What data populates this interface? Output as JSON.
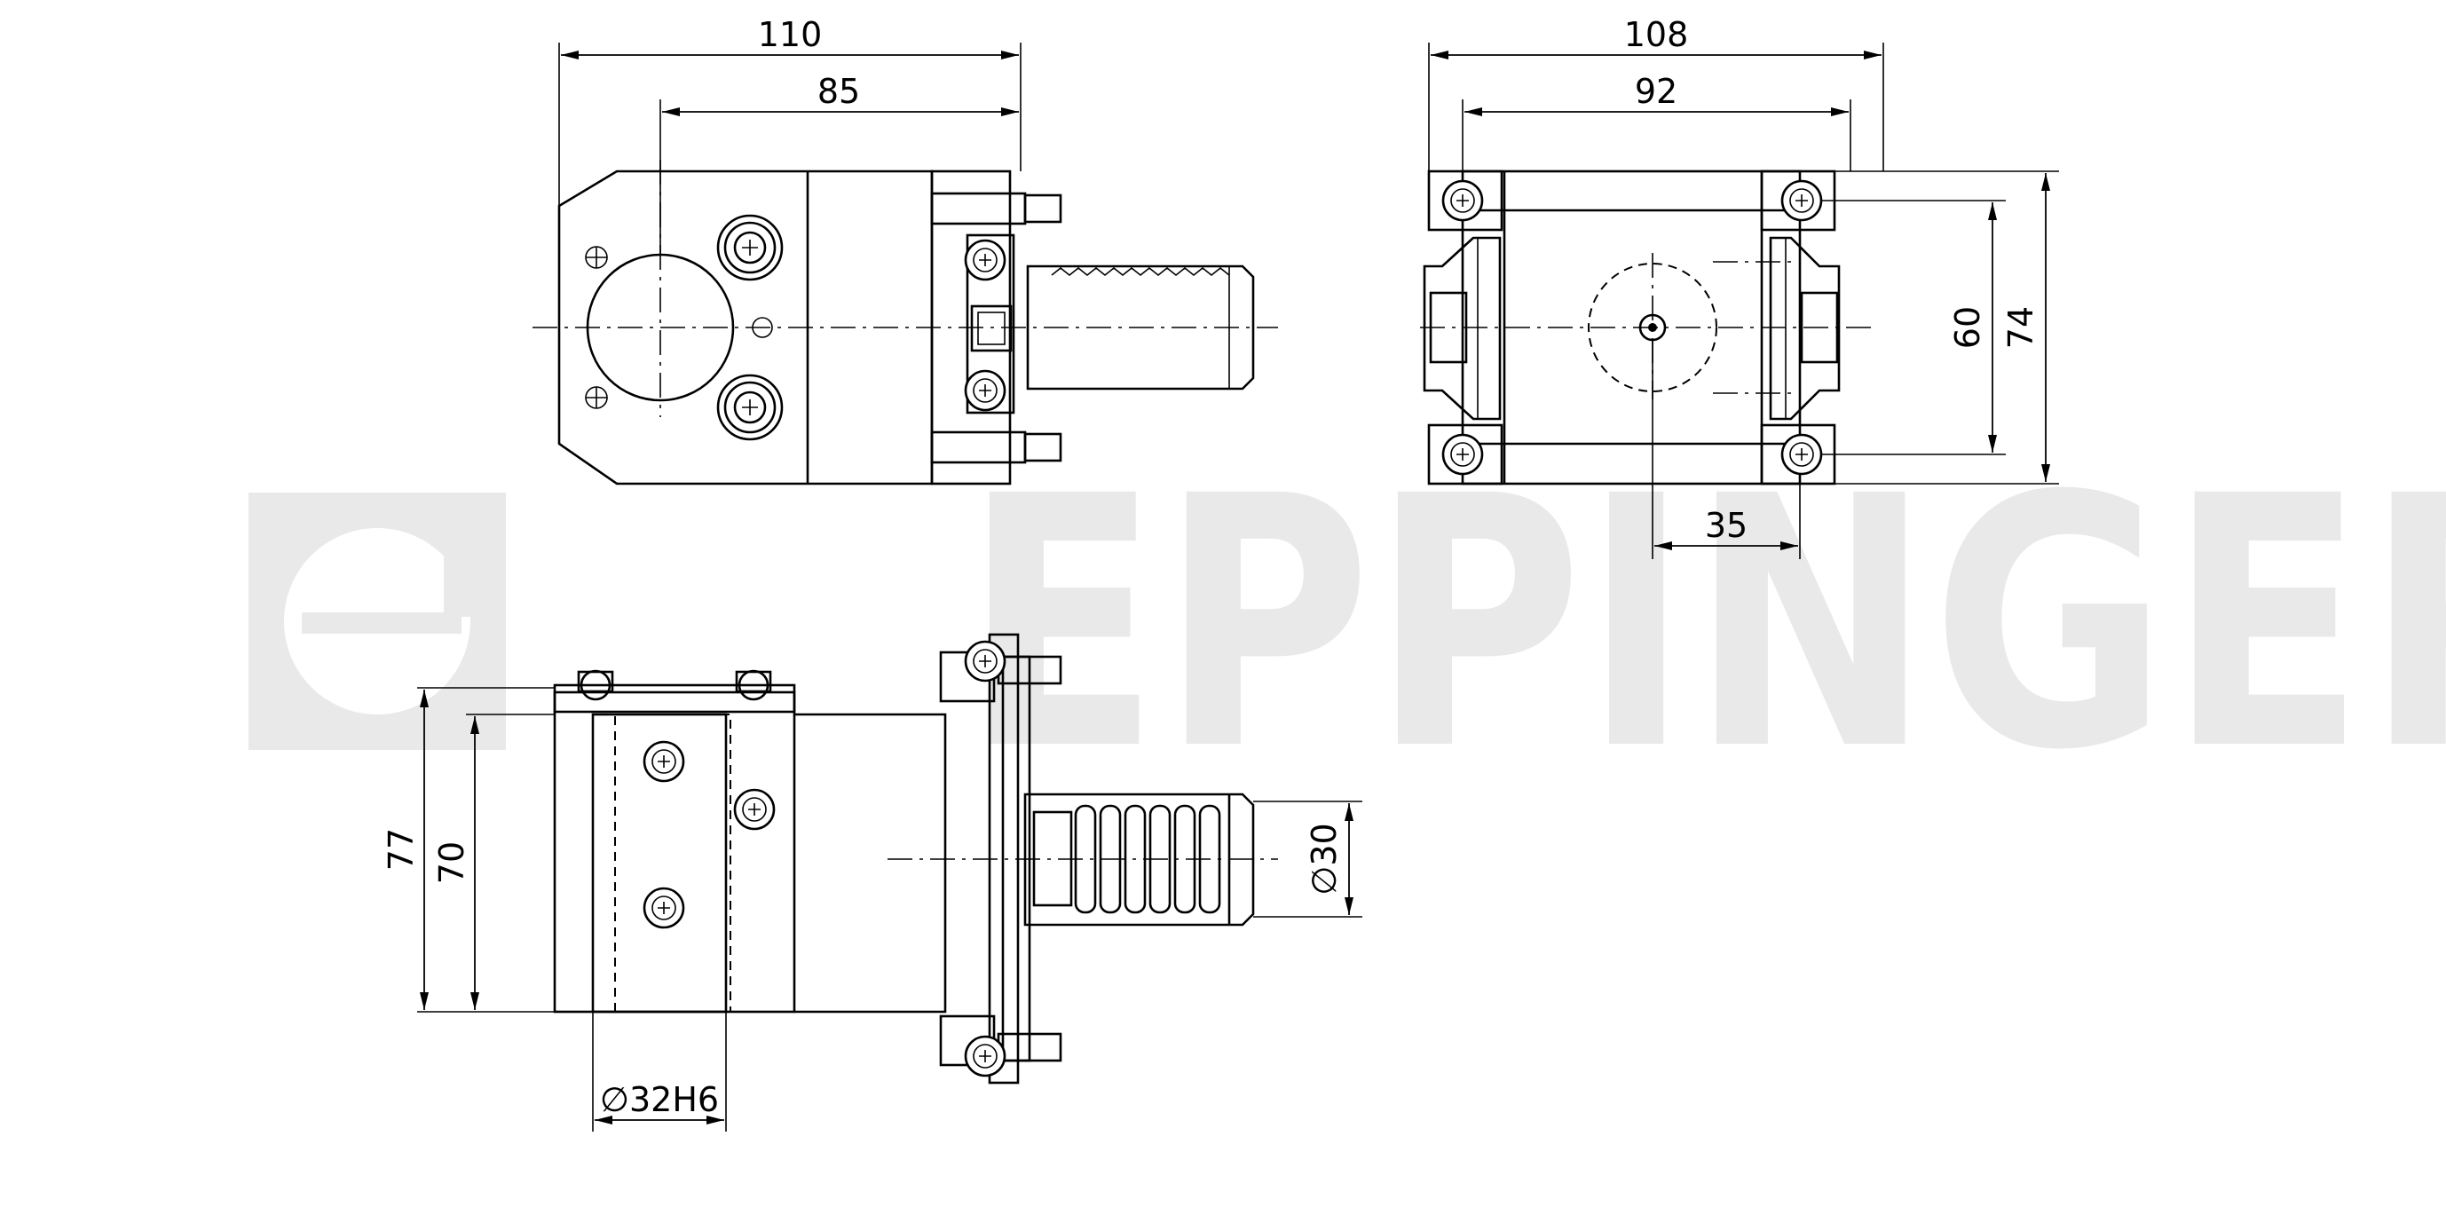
{
  "watermark": {
    "brand": "EPPINGER"
  },
  "views": {
    "front": {
      "dims": {
        "total_width": "110",
        "bore_to_end": "85"
      }
    },
    "side": {
      "dims": {
        "total_width": "108",
        "width": "92",
        "hole_spacing": "60",
        "total_height": "74",
        "offset": "35"
      }
    },
    "top": {
      "dims": {
        "total_height": "77",
        "body_height": "70",
        "shank_diameter": "∅30",
        "bore_diameter": "∅32H6"
      }
    }
  }
}
